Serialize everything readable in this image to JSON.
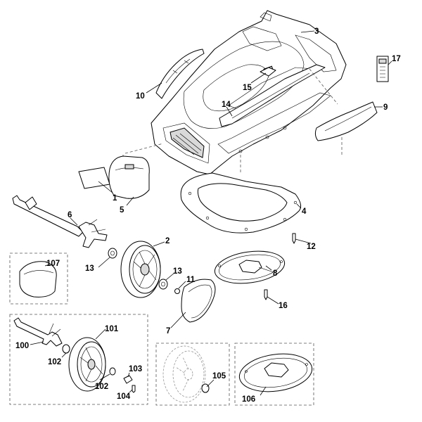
{
  "labels": {
    "p1": "1",
    "p2": "2",
    "p3": "3",
    "p4": "4",
    "p5": "5",
    "p6": "6",
    "p7": "7",
    "p8": "8",
    "p9": "9",
    "p10": "10",
    "p11": "11",
    "p12": "12",
    "p13a": "13",
    "p13b": "13",
    "p14": "14",
    "p15": "15",
    "p16": "16",
    "p17": "17",
    "p100": "100",
    "p101": "101",
    "p102a": "102",
    "p102b": "102",
    "p103": "103",
    "p104": "104",
    "p105": "105",
    "p106": "106",
    "p107": "107"
  }
}
